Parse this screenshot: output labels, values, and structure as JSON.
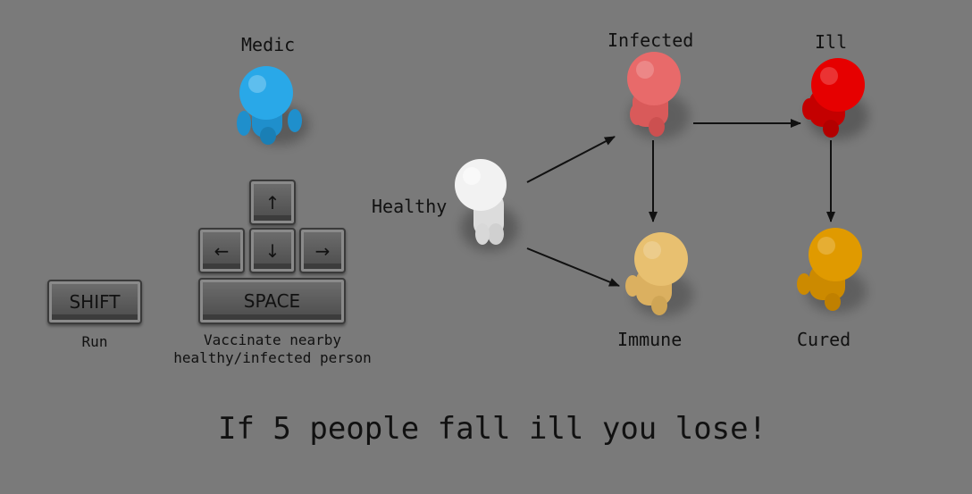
{
  "medic": {
    "label": "Medic",
    "color": "#29a8e8"
  },
  "controls": {
    "arrow_up": "↑",
    "arrow_left": "←",
    "arrow_down": "↓",
    "arrow_right": "→",
    "space_label": "SPACE",
    "space_desc_line1": "Vaccinate nearby",
    "space_desc_line2": "healthy/infected person",
    "shift_label": "SHIFT",
    "shift_desc": "Run"
  },
  "states": {
    "healthy": {
      "label": "Healthy",
      "color": "#f2f2f2"
    },
    "infected": {
      "label": "Infected",
      "color": "#e86a6a"
    },
    "ill": {
      "label": "Ill",
      "color": "#e60000"
    },
    "immune": {
      "label": "Immune",
      "color": "#e8c070"
    },
    "cured": {
      "label": "Cured",
      "color": "#e09a00"
    }
  },
  "message": "If 5 people fall ill you lose!"
}
